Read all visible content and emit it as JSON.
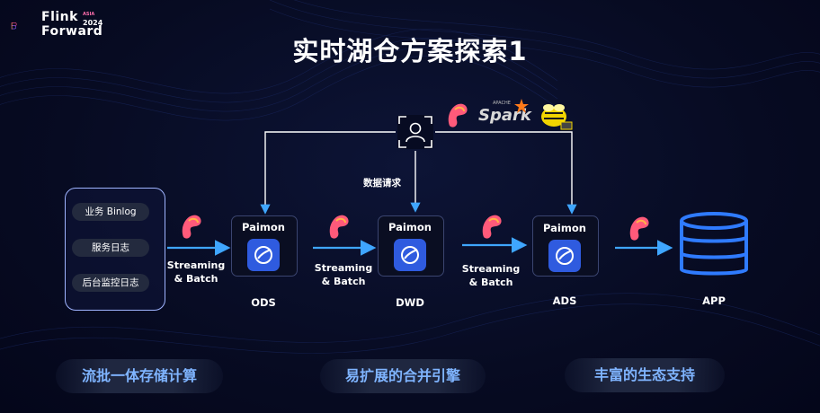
{
  "logo": {
    "line1": "Flink",
    "line2": "Forward",
    "event": "ASIA",
    "year": "2024"
  },
  "title": "实时湖仓方案探索1",
  "sources": [
    "业务 Binlog",
    "服务日志",
    "后台监控日志"
  ],
  "streaming_label": [
    "Streaming",
    "& Batch"
  ],
  "stages": [
    {
      "name": "Paimon",
      "layer": "ODS"
    },
    {
      "name": "Paimon",
      "layer": "DWD"
    },
    {
      "name": "Paimon",
      "layer": "ADS"
    }
  ],
  "app_label": "APP",
  "request_label": "数据请求",
  "engines": {
    "spark": "Spark",
    "apache": "APACHE"
  },
  "features": [
    "流批一体存储计算",
    "易扩展的合并引擎",
    "丰富的生态支持"
  ],
  "colors": {
    "arrow": "#3fa6ff",
    "feature_text": "#7fb4ff",
    "paimon": "#2f5bdf",
    "accent_pink": "#ff4e8a"
  }
}
